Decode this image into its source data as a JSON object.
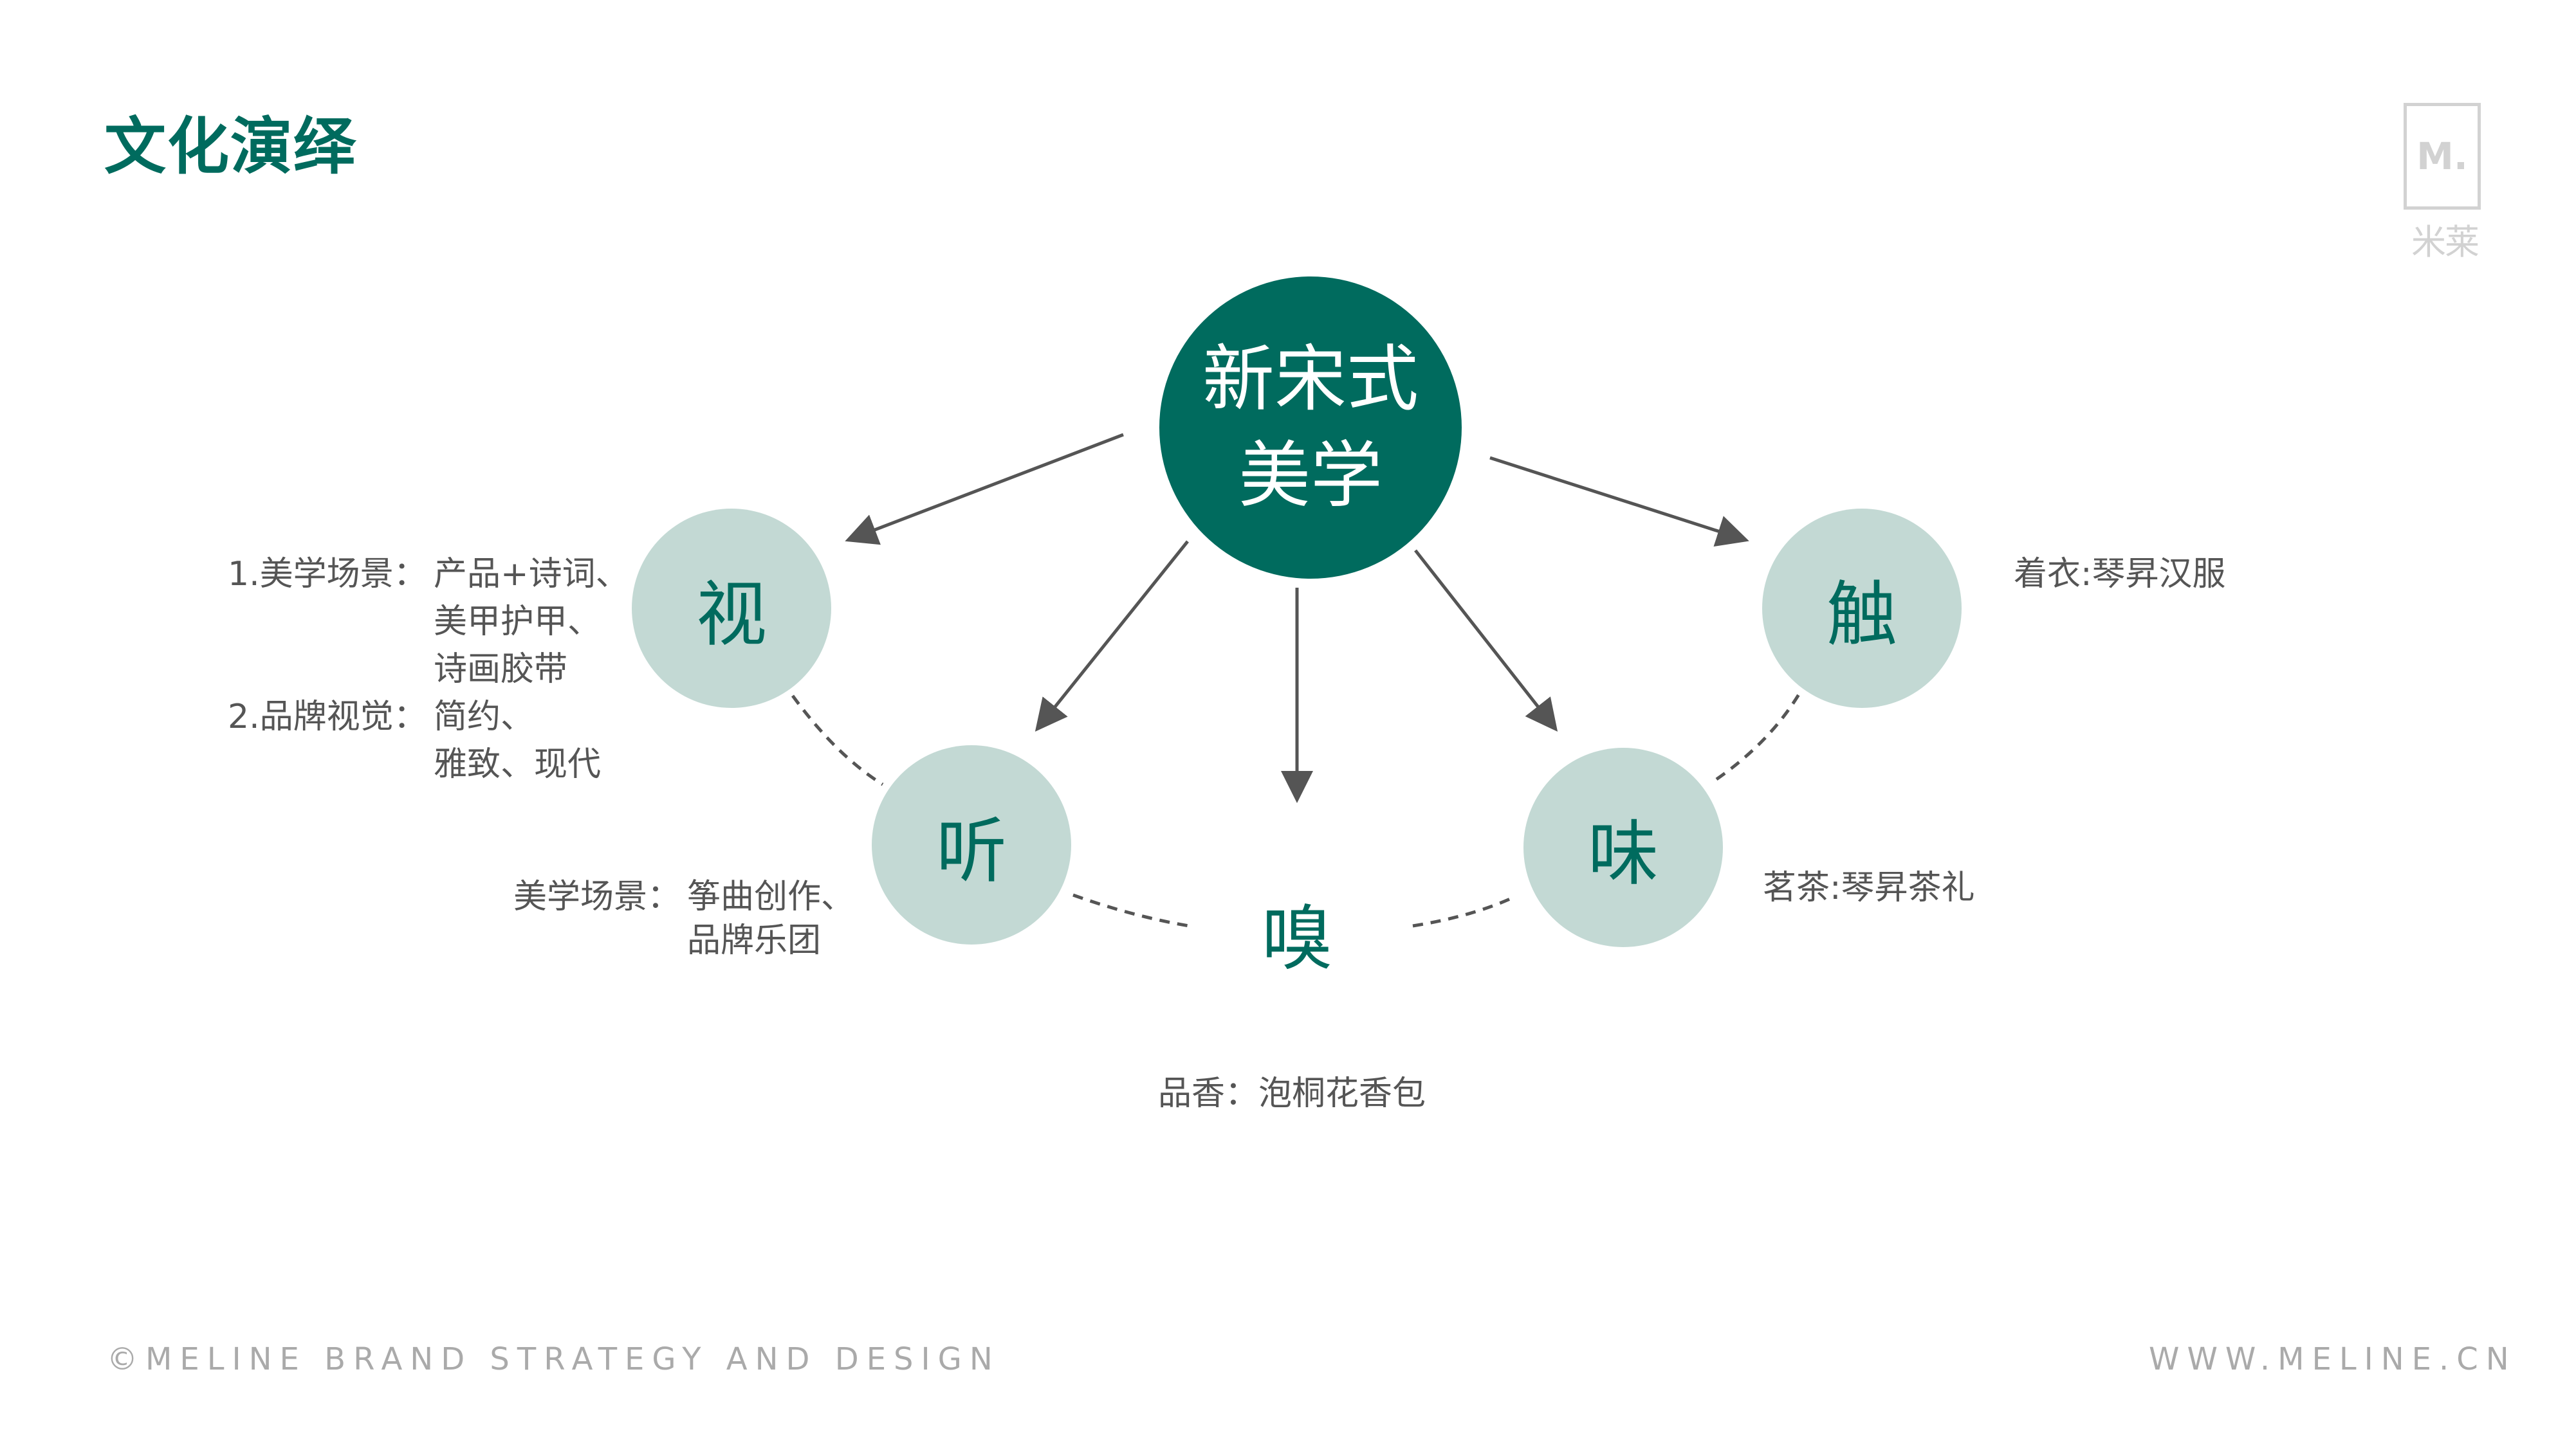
{
  "title": "文化演绎",
  "logo": {
    "mark": "M.",
    "name": "米莱"
  },
  "center": {
    "line1": "新宋式",
    "line2": "美学"
  },
  "senses": {
    "sight": "视",
    "hearing": "听",
    "smell": "嗅",
    "taste": "味",
    "touch": "触"
  },
  "notes": {
    "sight": {
      "term1": "1.美学场景：",
      "body1": [
        "产品+诗词、",
        "美甲护甲、",
        "诗画胶带"
      ],
      "term2": "2.品牌视觉：",
      "body2": [
        "简约、",
        "雅致、现代"
      ]
    },
    "hearing": {
      "term": "美学场景：",
      "body": [
        "筝曲创作、",
        "品牌乐团"
      ]
    },
    "smell": "品香：泡桐花香包",
    "taste": "茗茶:琴昇茶礼",
    "touch": "着衣:琴昇汉服"
  },
  "footer": {
    "left": "©MELINE BRAND STRATEGY AND DESIGN",
    "right": "WWW.MELINE.CN"
  },
  "colors": {
    "primary": "#006B5E",
    "node_fill": "#C3D9D4",
    "arrow": "#555555"
  }
}
